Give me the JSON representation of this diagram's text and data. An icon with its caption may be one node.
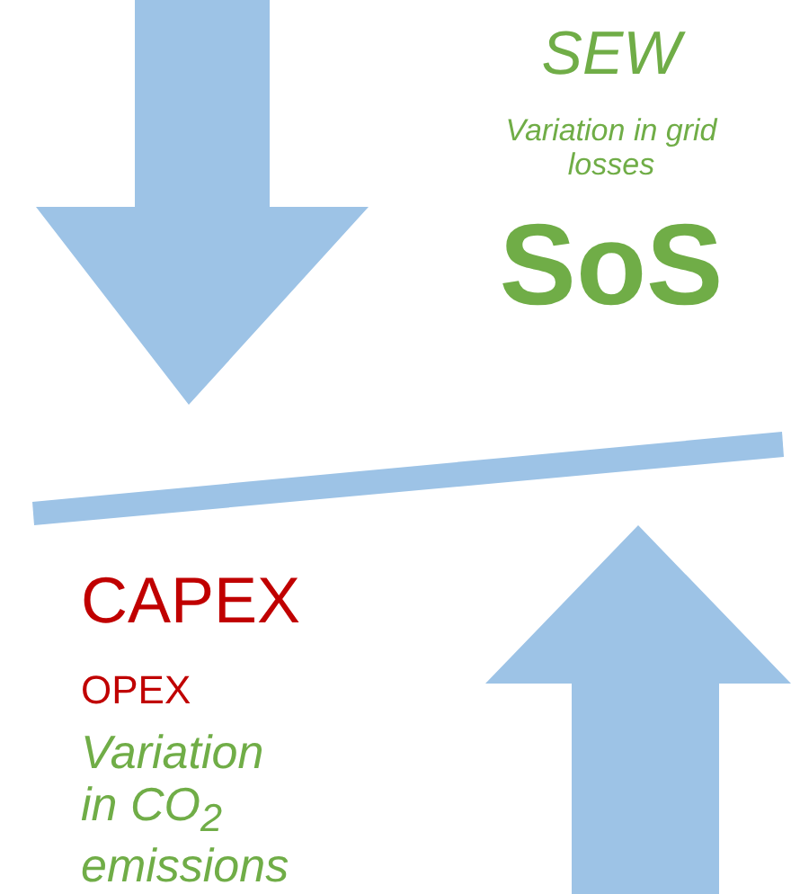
{
  "diagram": {
    "labels": [
      "SEW",
      "Variation in grid losses",
      "SoS",
      "CAPEX",
      "OPEX",
      "Variation in CO$_{2}$ emissions"
    ]
  }
}
